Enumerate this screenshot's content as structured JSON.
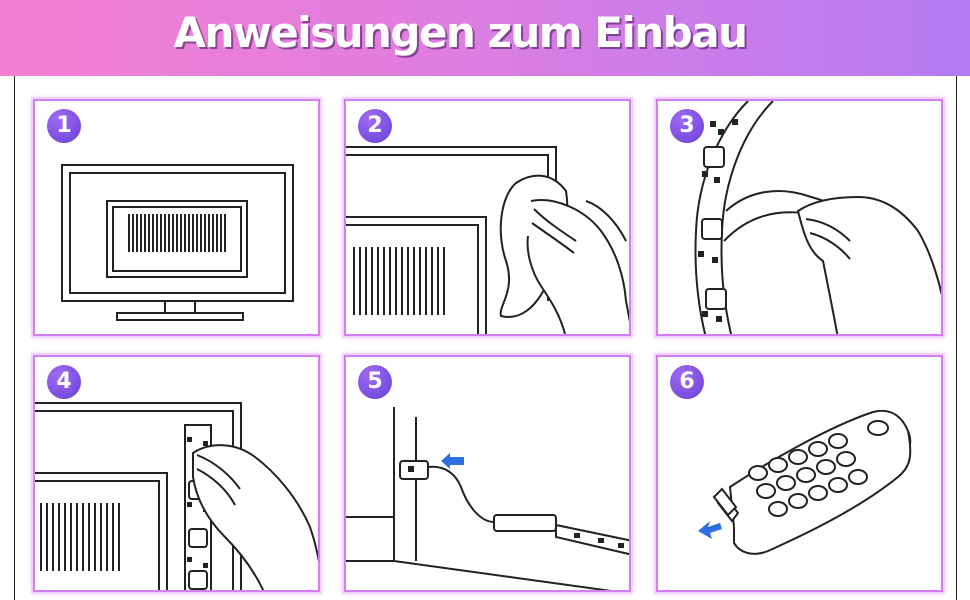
{
  "header": {
    "title": "Anweisungen zum Einbau"
  },
  "steps": [
    {
      "number": "1",
      "icon": "tv-icon"
    },
    {
      "number": "2",
      "icon": "cleaning-cloth-icon"
    },
    {
      "number": "3",
      "icon": "peel-tape-icon"
    },
    {
      "number": "4",
      "icon": "attach-strip-icon"
    },
    {
      "number": "5",
      "icon": "usb-plug-icon"
    },
    {
      "number": "6",
      "icon": "remote-control-icon"
    }
  ],
  "colors": {
    "header_start": "#f37fd1",
    "header_end": "#b57bf2",
    "frame": "#d27df0",
    "badge": "#7a4de0",
    "arrow": "#2c6fe0"
  }
}
